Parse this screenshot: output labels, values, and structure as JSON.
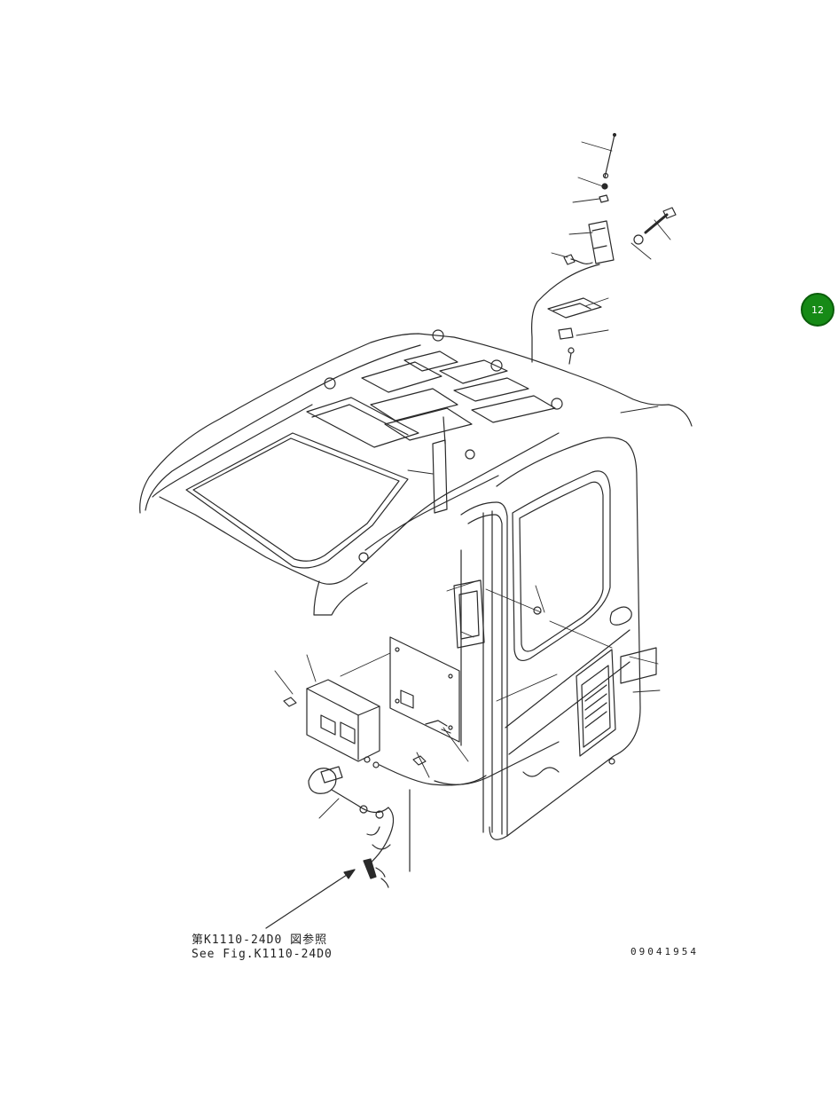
{
  "badge": {
    "label": "12",
    "color": "#168a16"
  },
  "captions": {
    "reference_ja": "第K1110-24D0 図参照",
    "reference_en": "See Fig.K1110-24D0",
    "drawing_number": "09041954"
  },
  "colors": {
    "line": "#2a2a2a",
    "background": "#ffffff"
  }
}
